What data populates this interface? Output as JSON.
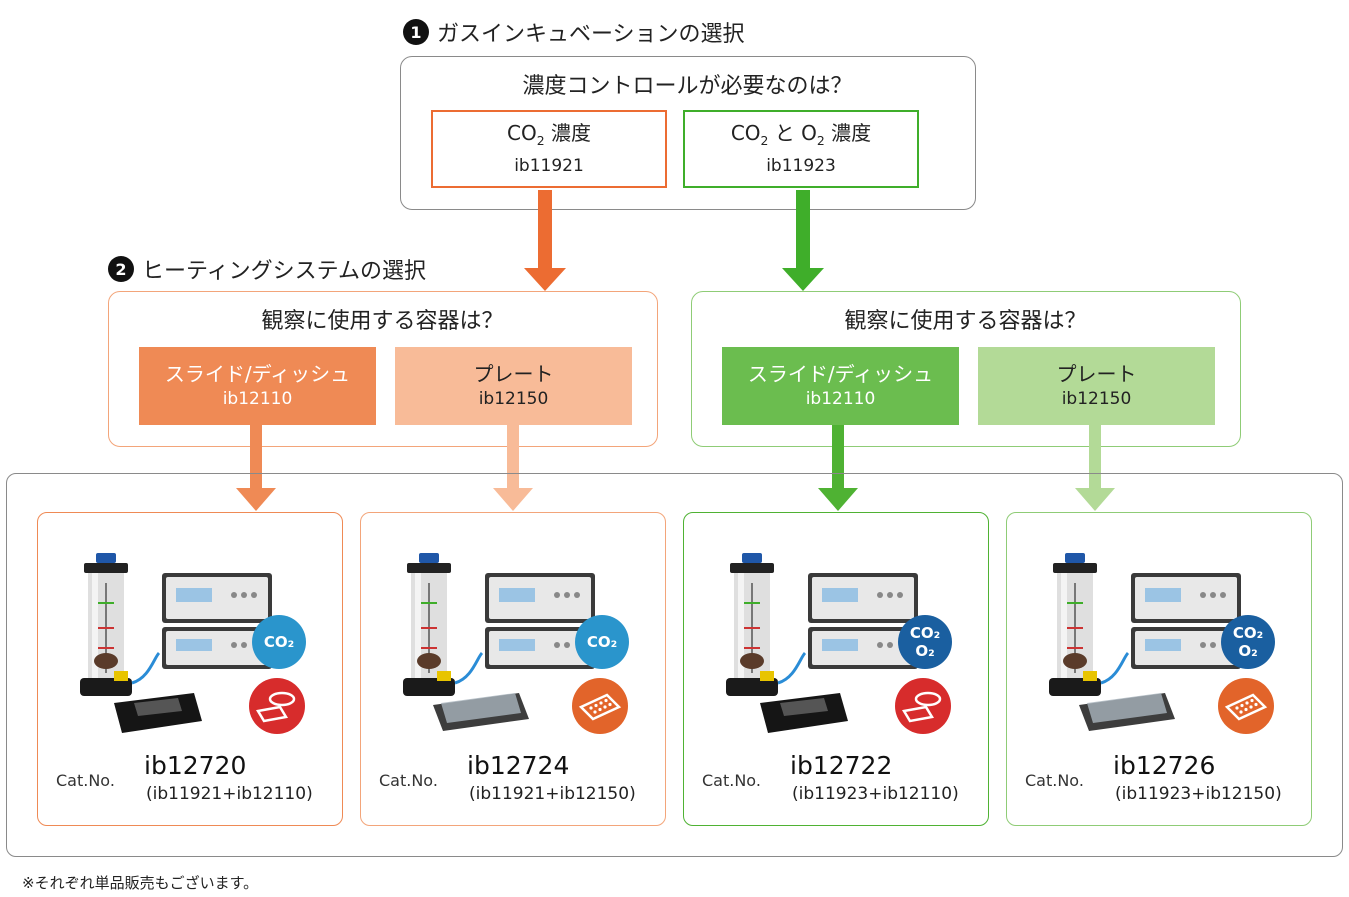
{
  "step1": {
    "num": "1",
    "title": "ガスインキュベーションの選択"
  },
  "gas_box": {
    "question": "濃度コントロールが必要なのは？",
    "options": [
      {
        "name": "co2",
        "label_html": "CO<sub>2</sub> 濃度",
        "code": "ib11921",
        "color": "#ec6c32"
      },
      {
        "name": "co2-o2",
        "label_html": "CO<sub>2</sub> と O<sub>2</sub> 濃度",
        "code": "ib11923",
        "color": "#3fae2a"
      }
    ]
  },
  "step2": {
    "num": "2",
    "title": "ヒーティングシステムの選択"
  },
  "heating_groups": [
    {
      "question": "観察に使用する容器は？",
      "options": [
        {
          "label": "スライド/ディッシュ",
          "code": "ib12110"
        },
        {
          "label": "プレート",
          "code": "ib12150"
        }
      ]
    },
    {
      "question": "観察に使用する容器は？",
      "options": [
        {
          "label": "スライド/ディッシュ",
          "code": "ib12110"
        },
        {
          "label": "プレート",
          "code": "ib12150"
        }
      ]
    }
  ],
  "products": [
    {
      "cat_label": "Cat.No.",
      "product_no": "ib12720",
      "combo": "(ib11921+ib12110)",
      "gas_badge": [
        "CO₂"
      ],
      "vessel": "dish-icon"
    },
    {
      "cat_label": "Cat.No.",
      "product_no": "ib12724",
      "combo": "(ib11921+ib12150)",
      "gas_badge": [
        "CO₂"
      ],
      "vessel": "plate-icon"
    },
    {
      "cat_label": "Cat.No.",
      "product_no": "ib12722",
      "combo": "(ib11923+ib12110)",
      "gas_badge": [
        "CO₂",
        "O₂"
      ],
      "vessel": "dish-icon"
    },
    {
      "cat_label": "Cat.No.",
      "product_no": "ib12726",
      "combo": "(ib11923+ib12150)",
      "gas_badge": [
        "CO₂",
        "O₂"
      ],
      "vessel": "plate-icon"
    }
  ],
  "footnote": "※それぞれ単品販売もございます。",
  "colors": {
    "orange": "#ec6c32",
    "orange_dark": "#ef8a55",
    "orange_light": "#f8bb98",
    "green": "#3fae2a",
    "green_dark": "#6bbd4f",
    "green_light": "#b3da97",
    "co2_badge": "#2a95cc",
    "co2o2_badge": "#1a5fa0",
    "vessel_icon": "#d72c2c",
    "plate_icon": "#e2642a"
  }
}
